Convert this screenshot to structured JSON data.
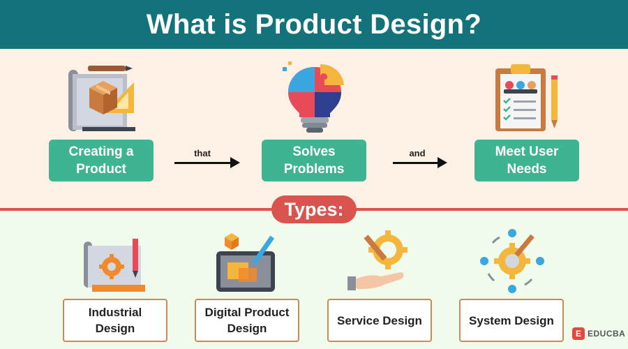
{
  "title": "What is Product Design?",
  "steps": [
    {
      "label": "Creating a\nProduct"
    },
    {
      "label": "Solves\nProblems"
    },
    {
      "label": "Meet User\nNeeds"
    }
  ],
  "connectors": [
    "that",
    "and"
  ],
  "types_label": "Types:",
  "types": [
    {
      "label": "Industrial\nDesign"
    },
    {
      "label": "Digital Product\nDesign"
    },
    {
      "label": "Service Design"
    },
    {
      "label": "System Design"
    }
  ],
  "brand": {
    "mark": "E",
    "name": "EDUCBA"
  },
  "colors": {
    "header": "#14737a",
    "step_box": "#3fb493",
    "accent_red": "#d9534f",
    "top_background": "#fdf1e6",
    "bottom_background": "#f0fbeb",
    "type_border": "#c98a55"
  },
  "icons": [
    "blueprint-box-icon",
    "lightbulb-puzzle-icon",
    "clipboard-users-icon",
    "blueprint-gear-icon",
    "tablet-design-icon",
    "hand-gear-icon",
    "system-cycle-icon"
  ]
}
